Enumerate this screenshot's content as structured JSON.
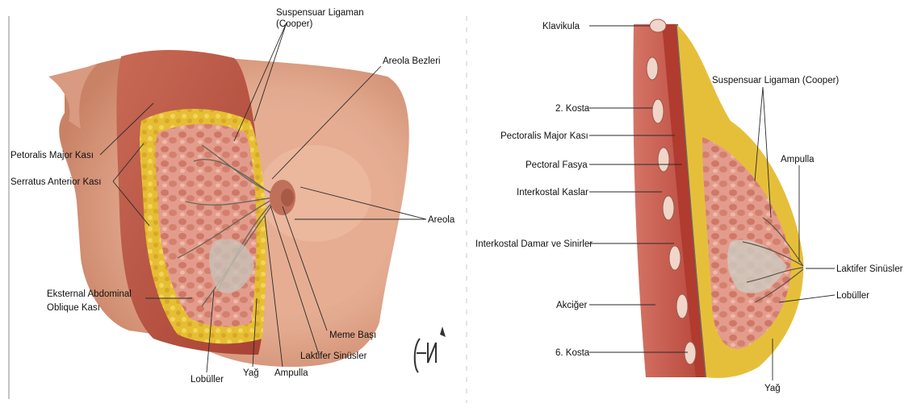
{
  "left_figure": {
    "labels": {
      "suspensuar_1": "Suspensuar Ligaman",
      "suspensuar_2": "(Cooper)",
      "areola_bezleri": "Areola Bezleri",
      "petoralis": "Petoralis Major Kası",
      "serratus": "Serratus Anterior Kası",
      "areola": "Areola",
      "eksternal_1": "Eksternal Abdominal",
      "eksternal_2": "Oblique Kası",
      "meme_basi": "Meme Başı",
      "laktifer": "Laktifer Sinüsler",
      "lobuller": "Lobüller",
      "yag": "Yağ",
      "ampulla": "Ampulla"
    },
    "signature": "FN"
  },
  "right_figure": {
    "labels": {
      "klavikula": "Klavikula",
      "suspensuar": "Suspensuar Ligaman (Cooper)",
      "kosta2": "2. Kosta",
      "pectoralis_major": "Pectoralis Major Kası",
      "ampulla": "Ampulla",
      "pectoral_fasya": "Pectoral Fasya",
      "interkostal_kaslar": "Interkostal Kaslar",
      "interkostal_damar": "Interkostal Damar ve Sinirler",
      "laktifer": "Laktifer Sinüsler",
      "lobuller": "Lobüller",
      "akciger": "Akciğer",
      "kosta6": "6. Kosta",
      "yag": "Yağ"
    }
  },
  "colors": {
    "skin": "#e8b49a",
    "skin_shadow": "#c9866a",
    "muscle": "#b94a3a",
    "muscle_light": "#d5806c",
    "fat": "#e8c13a",
    "gland": "#e9a598",
    "duct": "#7e7466",
    "lung": "#c9574b"
  }
}
